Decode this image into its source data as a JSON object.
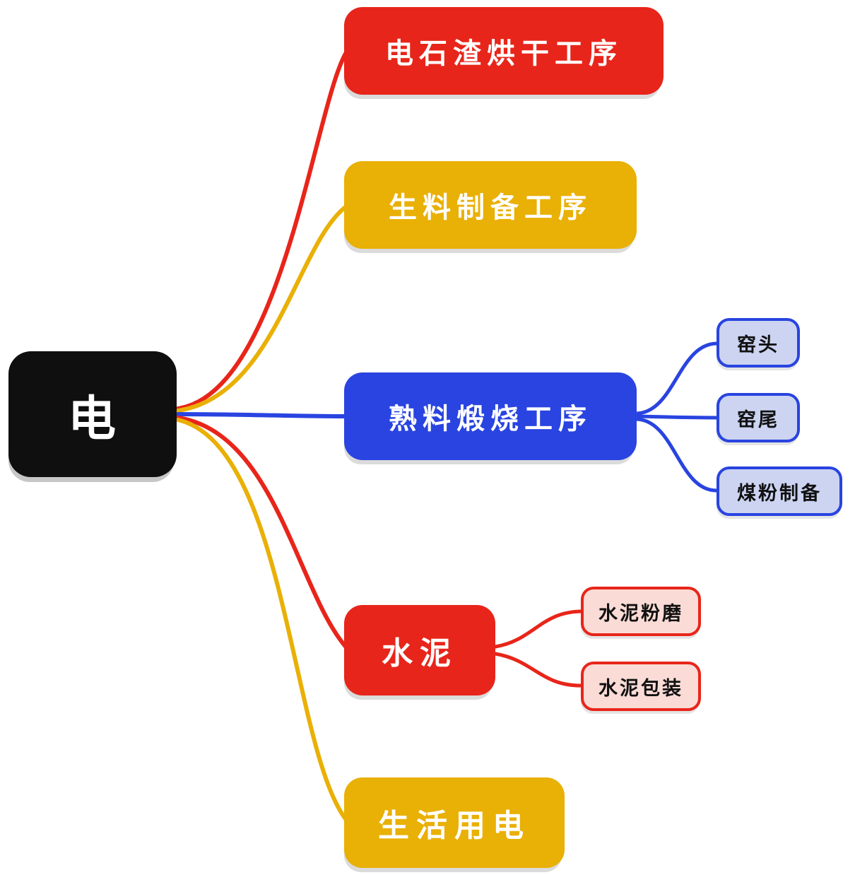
{
  "root": {
    "label": "电",
    "bg_color": "#0f0f0f",
    "text_color": "#ffffff"
  },
  "branches": [
    {
      "label": "电石渣烘干工序",
      "color": "#e8251a",
      "text_color": "#ffffff",
      "children": []
    },
    {
      "label": "生料制备工序",
      "color": "#e9b005",
      "text_color": "#ffffff",
      "children": []
    },
    {
      "label": "熟料煅烧工序",
      "color": "#2944e0",
      "text_color": "#ffffff",
      "children": [
        {
          "label": "窑头",
          "fill": "#ccd4f2",
          "border": "#2944e0",
          "text_color": "#111111"
        },
        {
          "label": "窑尾",
          "fill": "#ccd4f2",
          "border": "#2944e0",
          "text_color": "#111111"
        },
        {
          "label": "煤粉制备",
          "fill": "#ccd4f2",
          "border": "#2944e0",
          "text_color": "#111111"
        }
      ]
    },
    {
      "label": "水泥",
      "color": "#e8251a",
      "text_color": "#ffffff",
      "children": [
        {
          "label": "水泥粉磨",
          "fill": "#fadbd6",
          "border": "#e8251a",
          "text_color": "#111111"
        },
        {
          "label": "水泥包装",
          "fill": "#fadbd6",
          "border": "#e8251a",
          "text_color": "#111111"
        }
      ]
    },
    {
      "label": "生活用电",
      "color": "#e9b005",
      "text_color": "#ffffff",
      "children": []
    }
  ]
}
